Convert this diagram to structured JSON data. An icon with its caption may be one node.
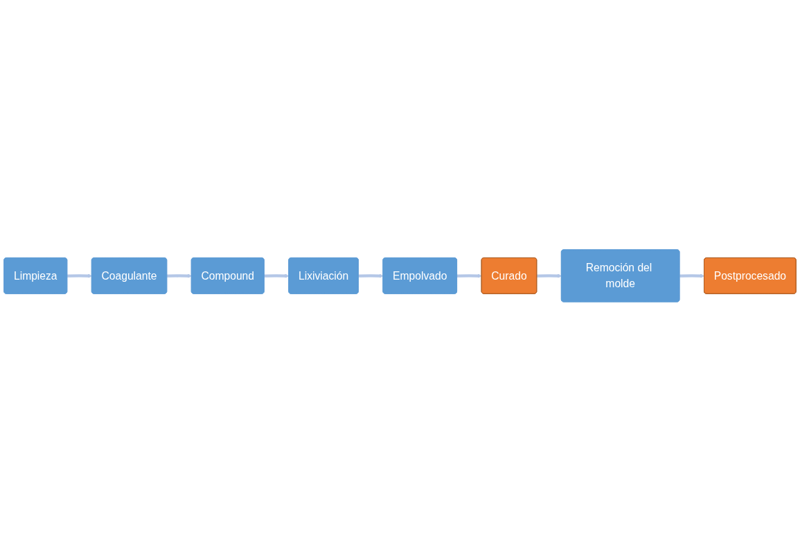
{
  "diagram": {
    "nodes": [
      {
        "text": [
          "Limpieza"
        ]
      },
      {
        "text": [
          "Coagulante"
        ]
      },
      {
        "text": [
          "Compound"
        ]
      },
      {
        "text": [
          "Lixiviación"
        ]
      },
      {
        "text": [
          "Empolvado"
        ]
      },
      {
        "text": [
          "Curado"
        ]
      },
      {
        "text": [
          "Remoción del molde"
        ]
      },
      {
        "text": [
          "Postprocesado"
        ]
      }
    ],
    "edges": [
      {
        "from": 0,
        "to": 1,
        "arrow": "to"
      },
      {
        "from": 1,
        "to": 2,
        "arrow": "to"
      },
      {
        "from": 2,
        "to": 3,
        "arrow": "to"
      },
      {
        "from": 3,
        "to": 4,
        "arrow": "to"
      },
      {
        "from": 4,
        "to": 5,
        "arrow": "to"
      },
      {
        "from": 5,
        "to": 6,
        "arrow": "to"
      },
      {
        "from": 6,
        "to": 7,
        "arrow": "to"
      }
    ]
  }
}
